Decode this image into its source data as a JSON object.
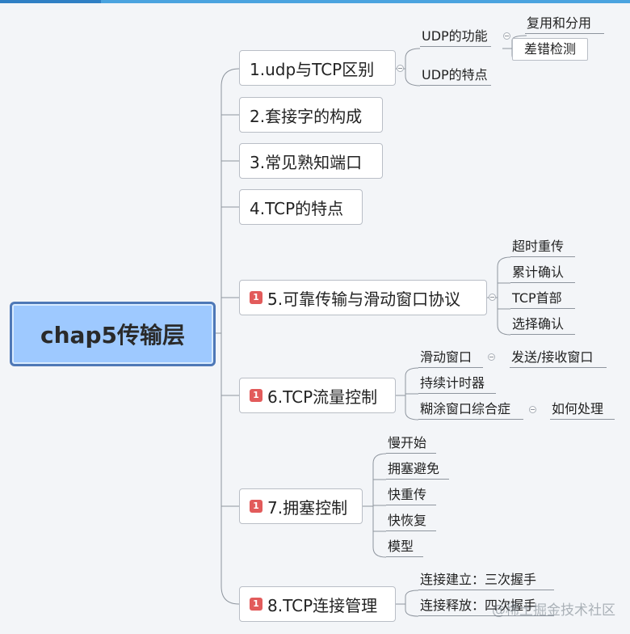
{
  "root": "chap5传输层",
  "badge": "1",
  "branches": [
    {
      "label": "1.udp与TCP区别",
      "children": [
        "UDP的功能",
        "UDP的特点"
      ],
      "grandchildren": [
        "复用和分用",
        "差错检测"
      ]
    },
    {
      "label": "2.套接字的构成"
    },
    {
      "label": "3.常见熟知端口"
    },
    {
      "label": "4.TCP的特点"
    },
    {
      "label": "5.可靠传输与滑动窗口协议",
      "children": [
        "超时重传",
        "累计确认",
        "TCP首部",
        "选择确认"
      ]
    },
    {
      "label": "6.TCP流量控制",
      "children": [
        "滑动窗口",
        "持续计时器",
        "糊涂窗口综合症"
      ],
      "grandchildren": [
        "发送/接收窗口",
        "如何处理"
      ]
    },
    {
      "label": "7.拥塞控制",
      "children": [
        "慢开始",
        "拥塞避免",
        "快重传",
        "快恢复",
        "模型"
      ]
    },
    {
      "label": "8.TCP连接管理",
      "children": [
        "连接建立：三次握手",
        "连接释放：四次握手"
      ]
    }
  ],
  "watermark": "@稀土掘金技术社区",
  "colors": {
    "root_fill": "#9ec9ff",
    "root_border": "#4e78b7",
    "badge": "#e25b5b",
    "line": "#8e959e"
  }
}
